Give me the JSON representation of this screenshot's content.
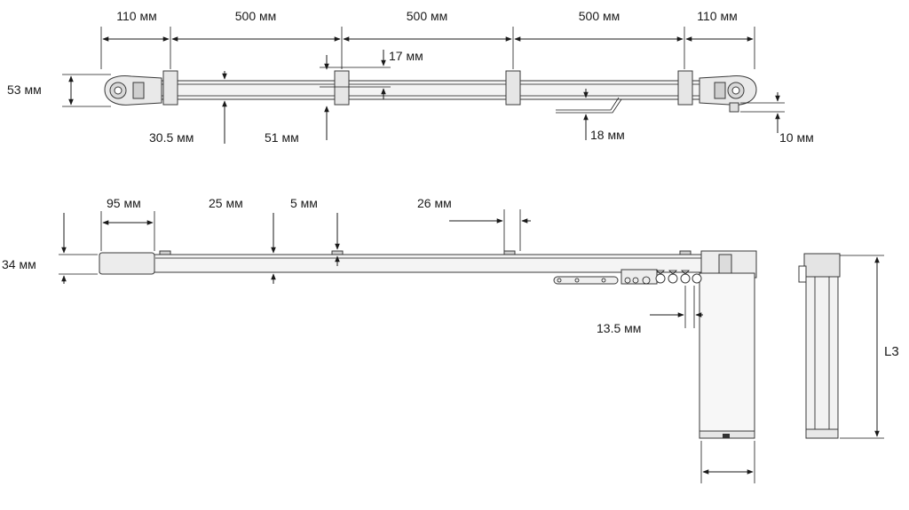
{
  "top_view": {
    "dims": {
      "end_left": "110 мм",
      "span_1": "500 мм",
      "span_2": "500 мм",
      "span_3": "500 мм",
      "end_right": "110 мм",
      "height": "53 мм",
      "bracket_offset": "17 мм",
      "rail_width": "30.5 мм",
      "bracket_width": "51 мм",
      "arm_offset": "18 мм",
      "cap_offset": "10 мм"
    }
  },
  "side_view": {
    "dims": {
      "height": "34 мм",
      "end_cap": "95 мм",
      "rail_thickness": "25 мм",
      "gap": "5 мм",
      "bracket": "26 мм",
      "hole_pitch": "13.5 мм"
    }
  },
  "end_view": {
    "dims": {
      "length": "L3"
    }
  },
  "colors": {
    "line": "#1a1a1a",
    "rail_fill": "#f4f4f4",
    "motor_fill": "#f7f7f7",
    "bracket_fill": "#e6e6e6"
  }
}
